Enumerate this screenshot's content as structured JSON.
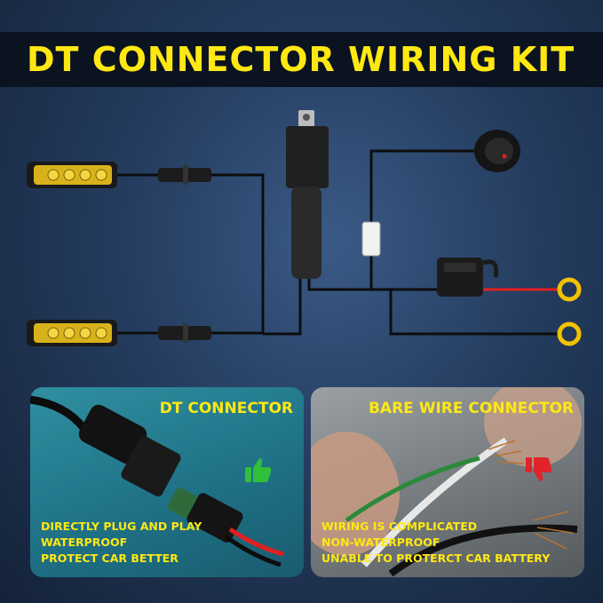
{
  "header": {
    "title": "DT CONNECTOR WIRING KIT"
  },
  "diagram": {
    "components": [
      "light-bar",
      "light-bar",
      "dt-connector",
      "dt-connector",
      "relay",
      "rocker-switch",
      "inline-fuse",
      "ring-terminal",
      "ring-terminal"
    ],
    "colors": {
      "wire": "#111111",
      "positive_wire": "#e02020",
      "terminal": "#f2c200",
      "light_lens": "#d8b21a"
    }
  },
  "panels": {
    "left": {
      "title": "DT CONNECTOR",
      "lines": [
        "DIRECTLY PLUG AND PLAY",
        "WATERPROOF",
        "PROTECT CAR BETTER"
      ],
      "icon": "thumbs-up-icon",
      "icon_color": "#2fbf3a",
      "background": "#1e6f84"
    },
    "right": {
      "title": "BARE WIRE CONNECTOR",
      "lines": [
        "WIRING IS COMPLICATED",
        "NON-WATERPROOF",
        "UNABLE TO PROTERCT CAR BATTERY"
      ],
      "icon": "thumbs-down-icon",
      "icon_color": "#e0242a",
      "background": "#6f7578"
    }
  },
  "colors": {
    "accent": "#ffe812",
    "title_bar": "#0b1320"
  }
}
